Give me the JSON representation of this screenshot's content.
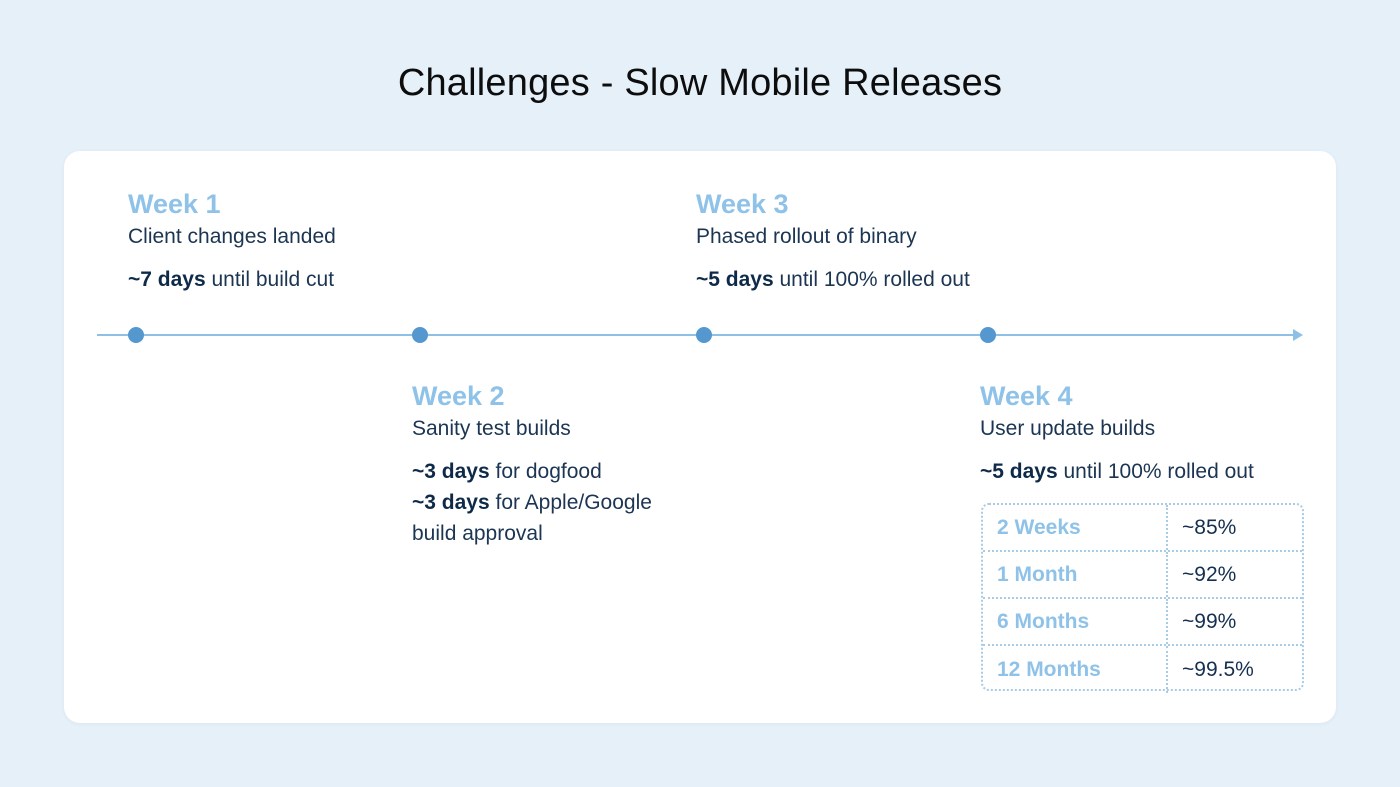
{
  "title": "Challenges - Slow Mobile Releases",
  "colors": {
    "background": "#e6f0f9",
    "card": "#ffffff",
    "week_label": "#8fc2e8",
    "timeline": "#8ebfe5",
    "dot": "#5597cf",
    "text": "#1b3552"
  },
  "milestones": [
    {
      "week": "Week 1",
      "description": "Client changes landed",
      "stats": [
        {
          "bold": "~7 days",
          "rest": " until build cut"
        }
      ]
    },
    {
      "week": "Week 2",
      "description": "Sanity test builds",
      "stats": [
        {
          "bold": "~3 days",
          "rest": " for dogfood"
        },
        {
          "bold": "~3 days",
          "rest": " for Apple/Google"
        },
        {
          "bold": "",
          "rest": "build approval"
        }
      ]
    },
    {
      "week": "Week 3",
      "description": "Phased rollout of binary",
      "stats": [
        {
          "bold": "~5 days",
          "rest": " until 100% rolled out"
        }
      ]
    },
    {
      "week": "Week 4",
      "description": "User update builds",
      "stats": [
        {
          "bold": "~5 days",
          "rest": " until 100% rolled out"
        }
      ]
    }
  ],
  "adoption_table": [
    {
      "period": "2 Weeks",
      "value": "~85%"
    },
    {
      "period": "1 Month",
      "value": "~92%"
    },
    {
      "period": "6 Months",
      "value": "~99%"
    },
    {
      "period": "12 Months",
      "value": "~99.5%"
    }
  ]
}
